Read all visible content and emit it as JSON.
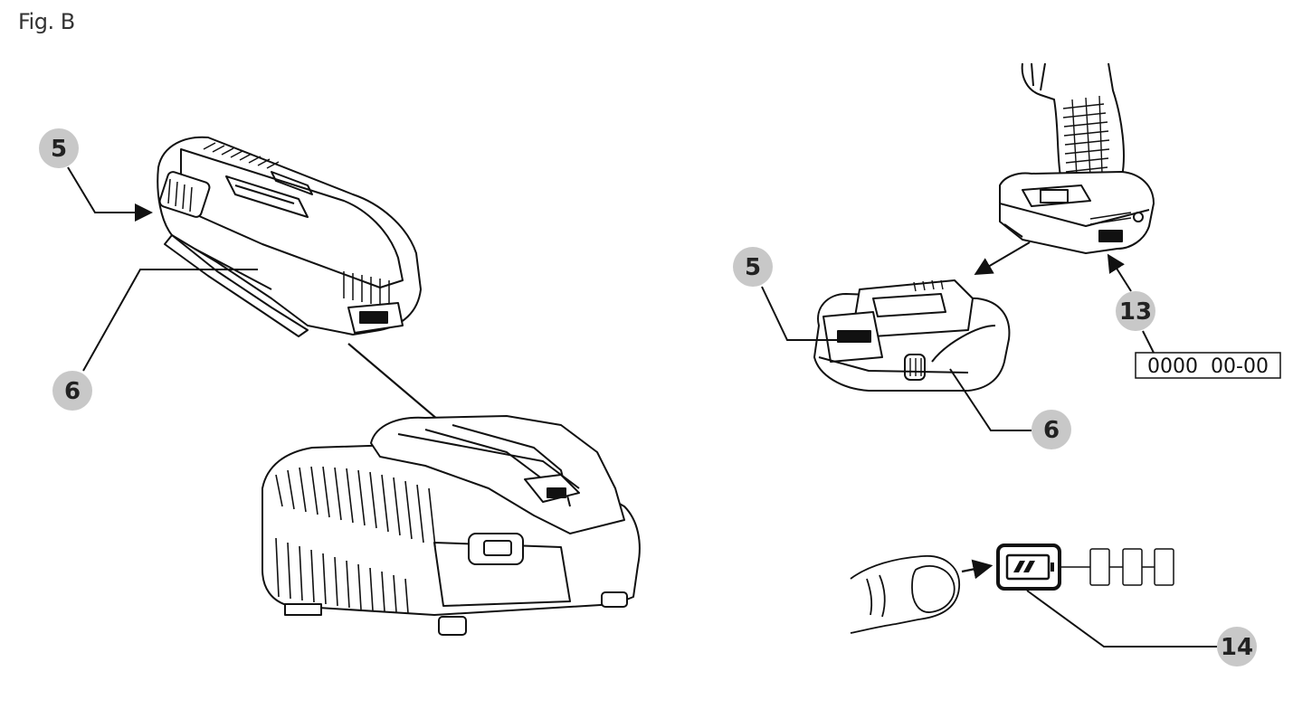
{
  "figure": {
    "label": "Fig. B"
  },
  "callouts": {
    "left_5": "5",
    "left_6": "6",
    "right_5": "5",
    "right_6": "6",
    "c13": "13",
    "c14": "14"
  },
  "date_code": "0000  00-00",
  "colors": {
    "callout_fill": "#c8c8c8",
    "line": "#111111"
  }
}
